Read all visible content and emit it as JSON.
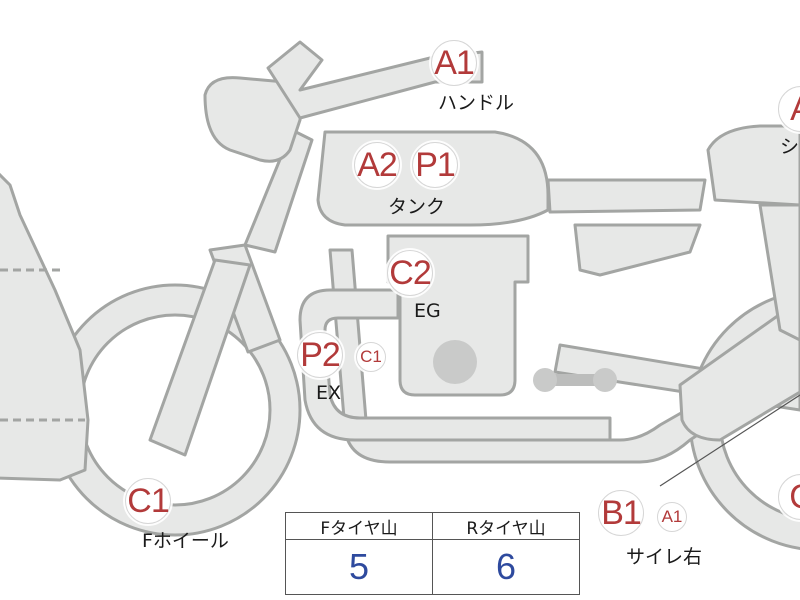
{
  "badges": {
    "handle": "A1",
    "tank_a": "A2",
    "tank_p": "P1",
    "engine": "C2",
    "exhaust_p": "P2",
    "exhaust_c": "C1",
    "front_wheel": "C1",
    "silencer_b": "B1",
    "silencer_a": "A1",
    "seat_partial": "A",
    "rear_partial": "C"
  },
  "labels": {
    "handle": "ハンドル",
    "tank": "タンク",
    "engine": "EG",
    "exhaust": "EX",
    "front_wheel": "Fホイール",
    "silencer": "サイレ右",
    "seat_partial": "シ"
  },
  "tire_table": {
    "front_header": "Fタイヤ山",
    "rear_header": "Rタイヤ山",
    "front_value": "5",
    "rear_value": "6"
  }
}
